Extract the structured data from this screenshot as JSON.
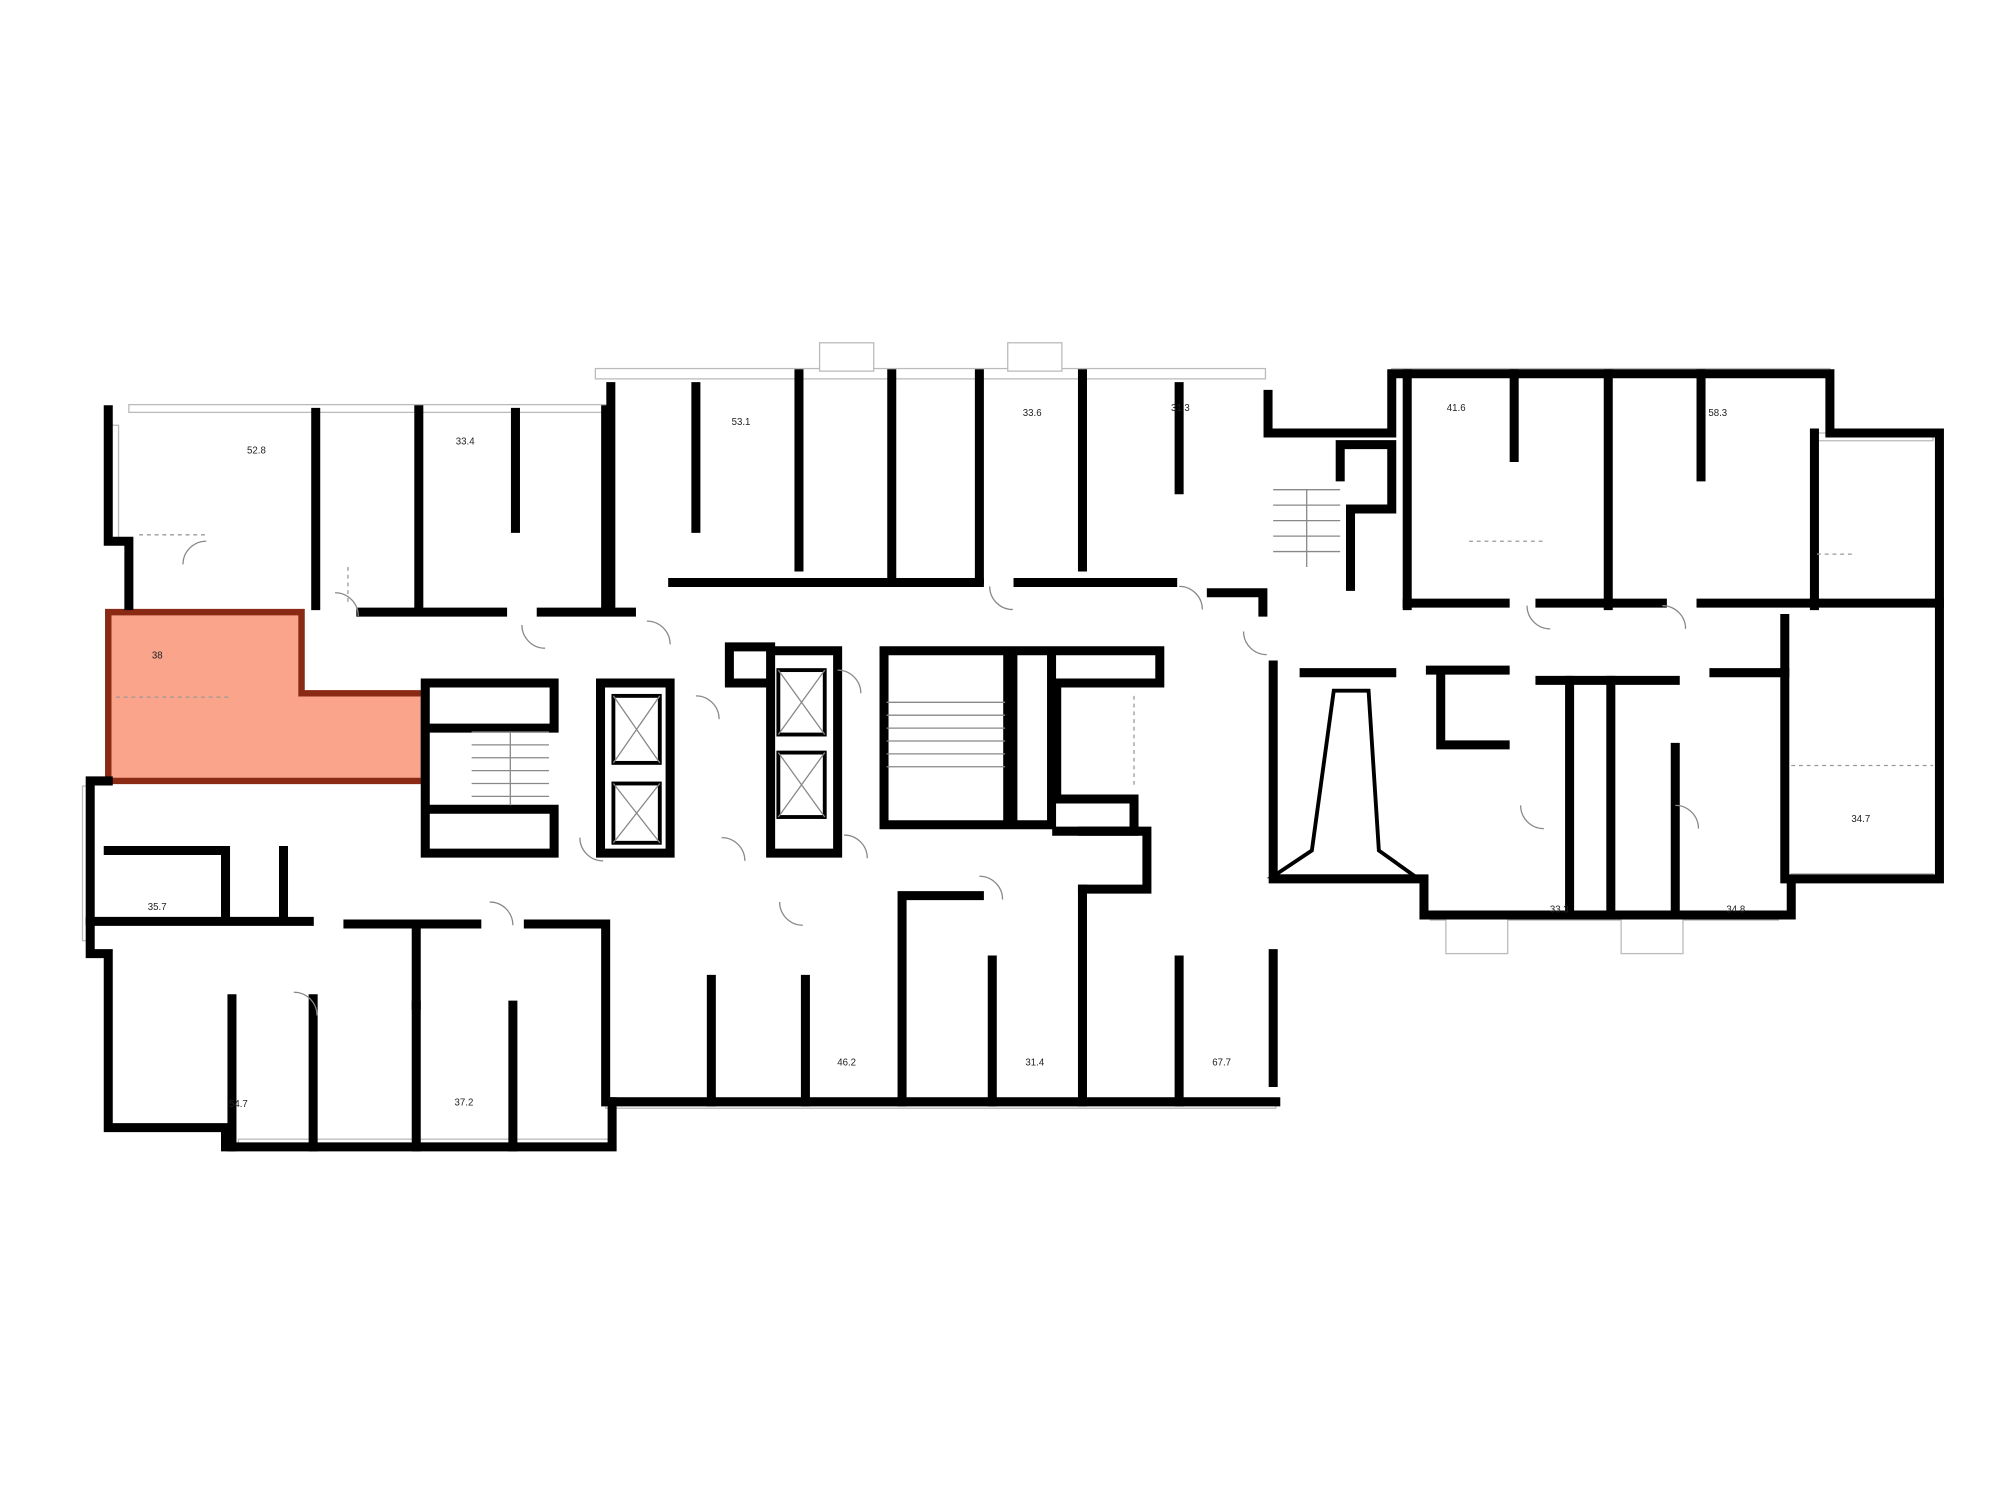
{
  "plan": {
    "highlight_color": "#f9a48b",
    "highlight_border": "#8b2a14",
    "selected_unit": "38",
    "units": {
      "u1": "52.8",
      "u2": "33.4",
      "u3": "53.1",
      "u4": "33.6",
      "u5": "31.3",
      "u6": "41.6",
      "u7": "58.3",
      "u8": "38",
      "u9": "35.7",
      "u10": "54.7",
      "u11": "37.2",
      "u12": "46.2",
      "u13": "31.4",
      "u14": "67.7",
      "u15": "33.3",
      "u16": "34.8",
      "u17": "34.7"
    }
  }
}
